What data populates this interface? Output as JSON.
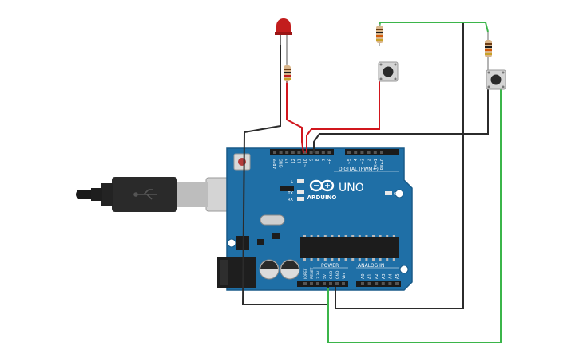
{
  "board": {
    "brand": "ARDUINO",
    "model": "UNO",
    "digital_label": "DIGITAL (PWM~)",
    "power_label": "POWER",
    "analog_label": "ANALOG IN",
    "on_label": "ON",
    "led_l": "L",
    "led_tx": "TX",
    "led_rx": "RX",
    "top_header_labels": [
      "AREF",
      "GND",
      "13",
      "12",
      "~11",
      "~10",
      "~9",
      "8",
      "7",
      "~6",
      "~5",
      "4",
      "~3",
      "2",
      "TX→1",
      "RX←0"
    ],
    "power_header_labels": [
      "IOREF",
      "RESET",
      "3.3V",
      "5V",
      "GND",
      "GND",
      "Vin"
    ],
    "analog_header_labels": [
      "A0",
      "A1",
      "A2",
      "A3",
      "A4",
      "A5"
    ]
  },
  "colors": {
    "board": "#1f6fa6",
    "board_edge": "#185a88",
    "wire_black": "#2b2b2b",
    "wire_red": "#d1161d",
    "wire_green": "#3bb54a",
    "led_red": "#c21d1d",
    "resistor_body": "#d9b58a",
    "usb_plug": "#2a2a2a",
    "usb_metal": "#cfcfcf"
  },
  "components": {
    "led": "red-led",
    "resistors": [
      "led-resistor",
      "button1-resistor",
      "button2-resistor"
    ],
    "buttons": [
      "pushbutton-1",
      "pushbutton-2"
    ],
    "usb": "usb-b-cable"
  }
}
